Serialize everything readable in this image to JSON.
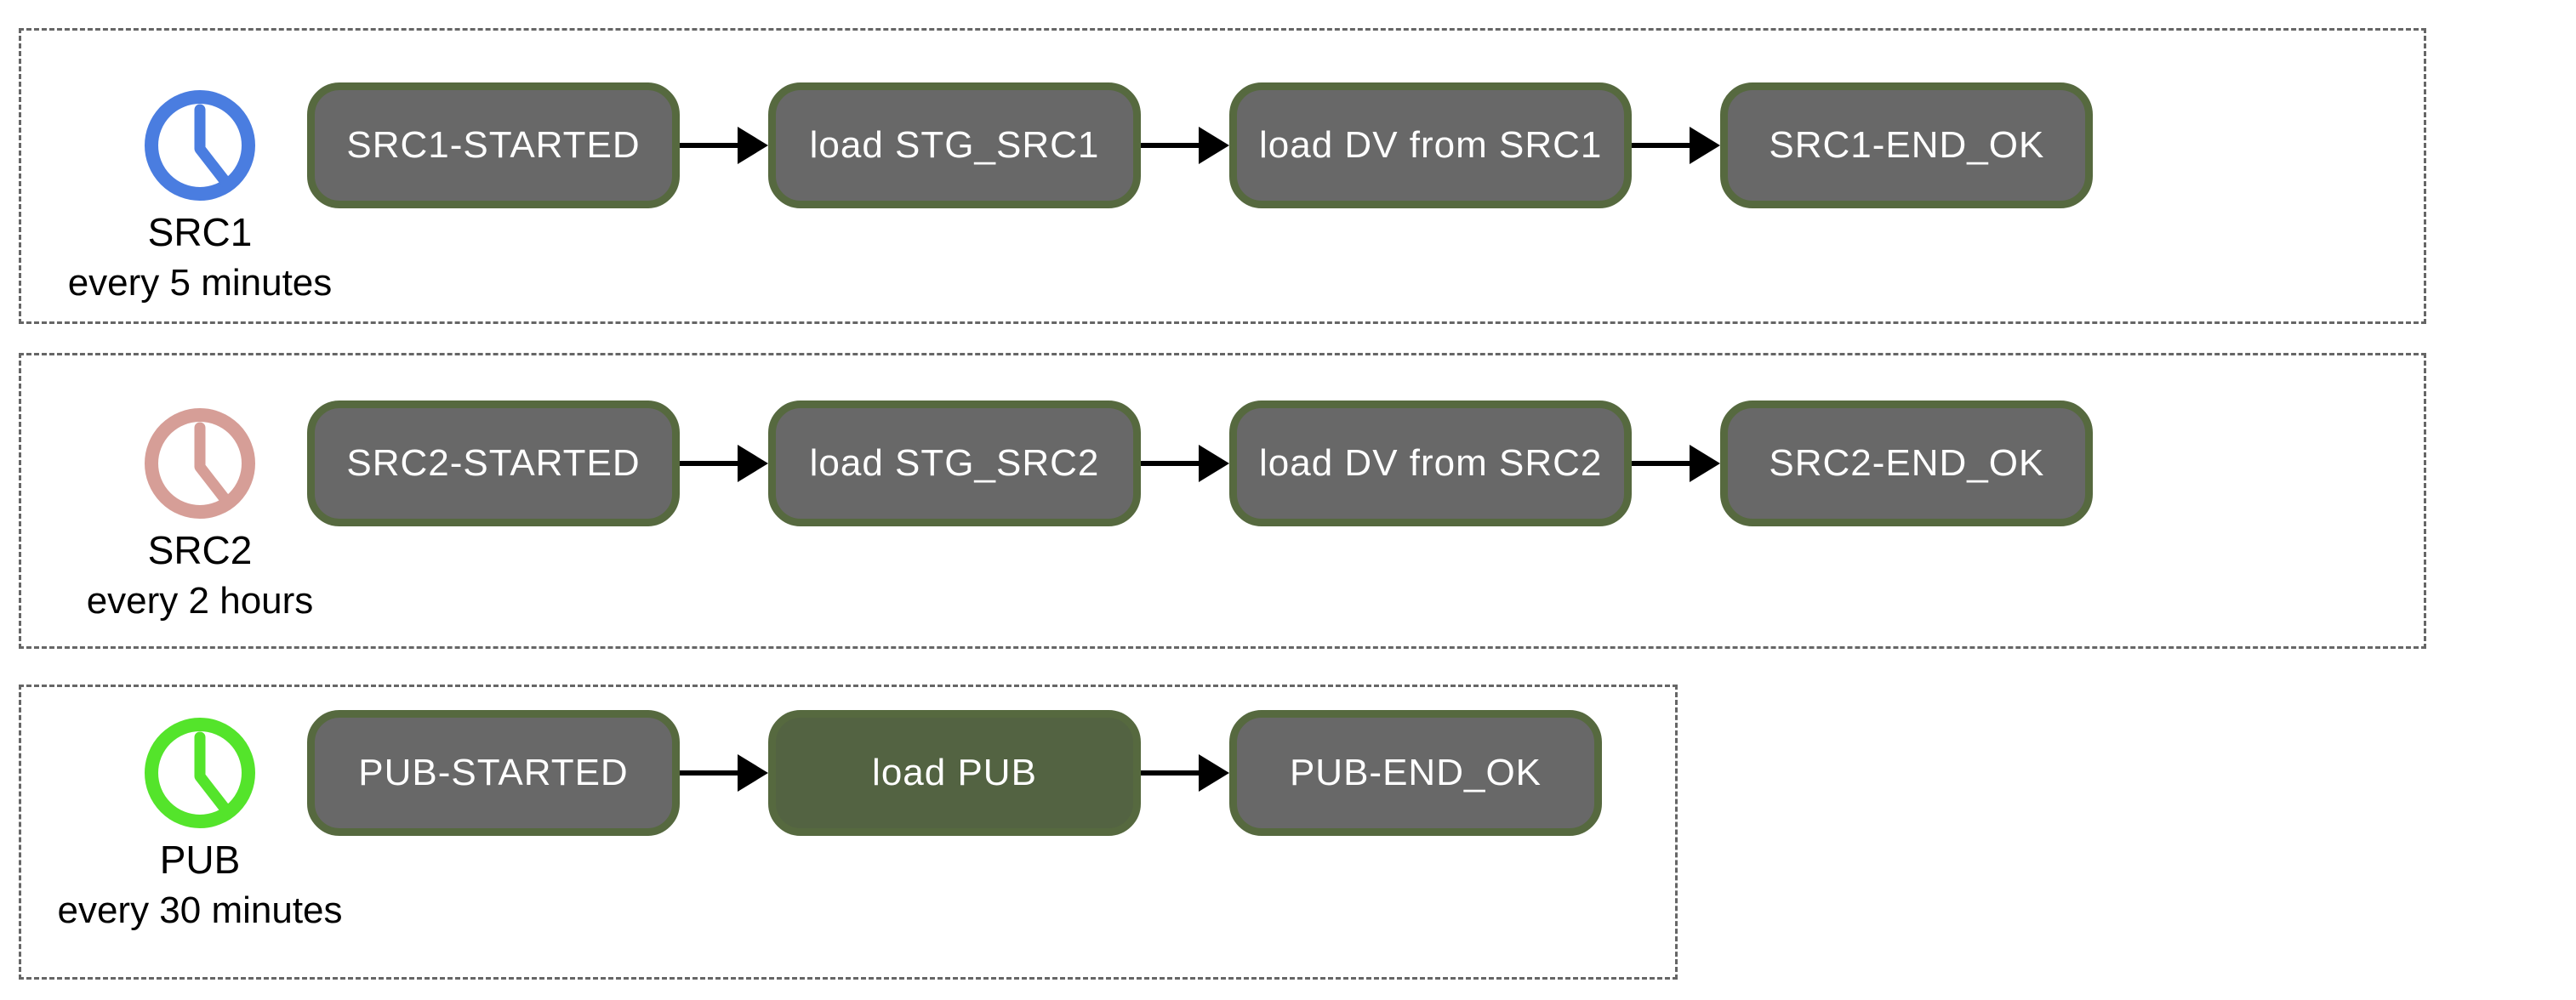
{
  "diagram": {
    "colors": {
      "background": "#ffffff",
      "lane_border": "#666666",
      "node_fill": "#686868",
      "node_border": "#56693f",
      "node_text": "#ffffff",
      "highlighted_node_fill": "#536342",
      "arrow": "#000000",
      "label_text": "#000000",
      "clock_src1": "#4a7de0",
      "clock_src2": "#d69e97",
      "clock_pub": "#54e42b"
    },
    "lanes": [
      {
        "name": "SRC1",
        "schedule": "every 5 minutes",
        "clock_icon": "clock-icon",
        "clock_color": "#4a7de0",
        "nodes": [
          {
            "label": "SRC1-STARTED"
          },
          {
            "label": "load STG_SRC1"
          },
          {
            "label": "load DV from SRC1"
          },
          {
            "label": "SRC1-END_OK"
          }
        ]
      },
      {
        "name": "SRC2",
        "schedule": "every 2 hours",
        "clock_icon": "clock-icon",
        "clock_color": "#d69e97",
        "nodes": [
          {
            "label": "SRC2-STARTED"
          },
          {
            "label": "load STG_SRC2"
          },
          {
            "label": "load DV from SRC2"
          },
          {
            "label": "SRC2-END_OK"
          }
        ]
      },
      {
        "name": "PUB",
        "schedule": "every 30 minutes",
        "clock_icon": "clock-icon",
        "clock_color": "#54e42b",
        "nodes": [
          {
            "label": "PUB-STARTED"
          },
          {
            "label": "load PUB",
            "highlighted": true
          },
          {
            "label": "PUB-END_OK"
          }
        ]
      }
    ]
  }
}
